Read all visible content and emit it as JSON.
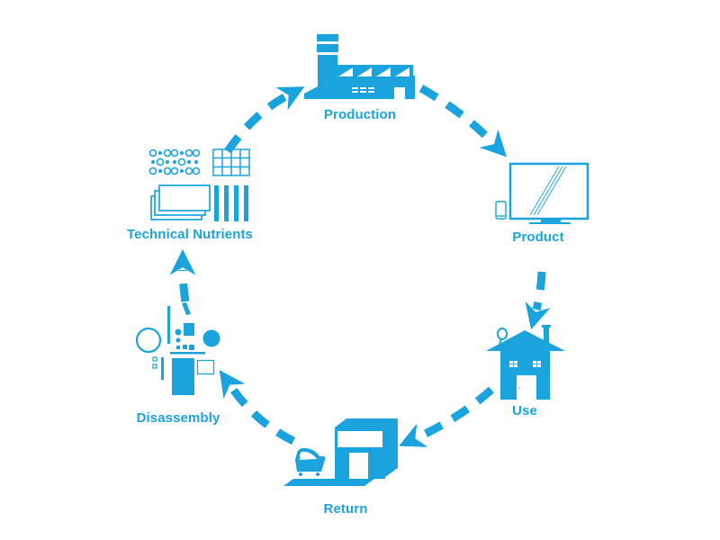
{
  "diagram": {
    "type": "circular-lifecycle",
    "title": "",
    "accent_color": "#1aa3dc",
    "background_color": "#ffffff",
    "flow_direction": "clockwise",
    "stages": [
      {
        "id": "production",
        "label": "Production",
        "icon": "factory-icon"
      },
      {
        "id": "product",
        "label": "Product",
        "icon": "tv-and-phone-icon"
      },
      {
        "id": "use",
        "label": "Use",
        "icon": "house-icon"
      },
      {
        "id": "return",
        "label": "Return",
        "icon": "store-with-cart-icon"
      },
      {
        "id": "disassembly",
        "label": "Disassembly",
        "icon": "disassembled-parts-icon"
      },
      {
        "id": "technical-nutrients",
        "label": "Technical Nutrients",
        "icon": "materials-icon"
      }
    ],
    "connections": [
      {
        "from": "technical-nutrients",
        "to": "production",
        "style": "dashed-arrow"
      },
      {
        "from": "production",
        "to": "product",
        "style": "dashed-arrow"
      },
      {
        "from": "product",
        "to": "use",
        "style": "dashed-arrow"
      },
      {
        "from": "use",
        "to": "return",
        "style": "dashed-arrow"
      },
      {
        "from": "return",
        "to": "disassembly",
        "style": "dashed-arrow"
      },
      {
        "from": "disassembly",
        "to": "technical-nutrients",
        "style": "dashed-arrow"
      }
    ]
  }
}
